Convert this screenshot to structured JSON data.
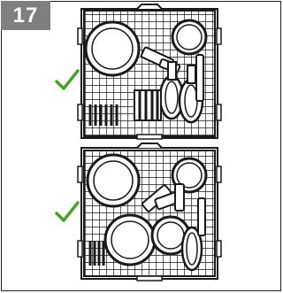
{
  "step": {
    "number": "17"
  },
  "colors": {
    "badge": "#7f7f7f",
    "check": "#4aa128",
    "line": "#1a1a1a"
  },
  "panels": [
    {
      "name": "upper-rack-loading",
      "status": "check-mark-icon"
    },
    {
      "name": "lower-rack-loading",
      "status": "check-mark-icon"
    }
  ]
}
